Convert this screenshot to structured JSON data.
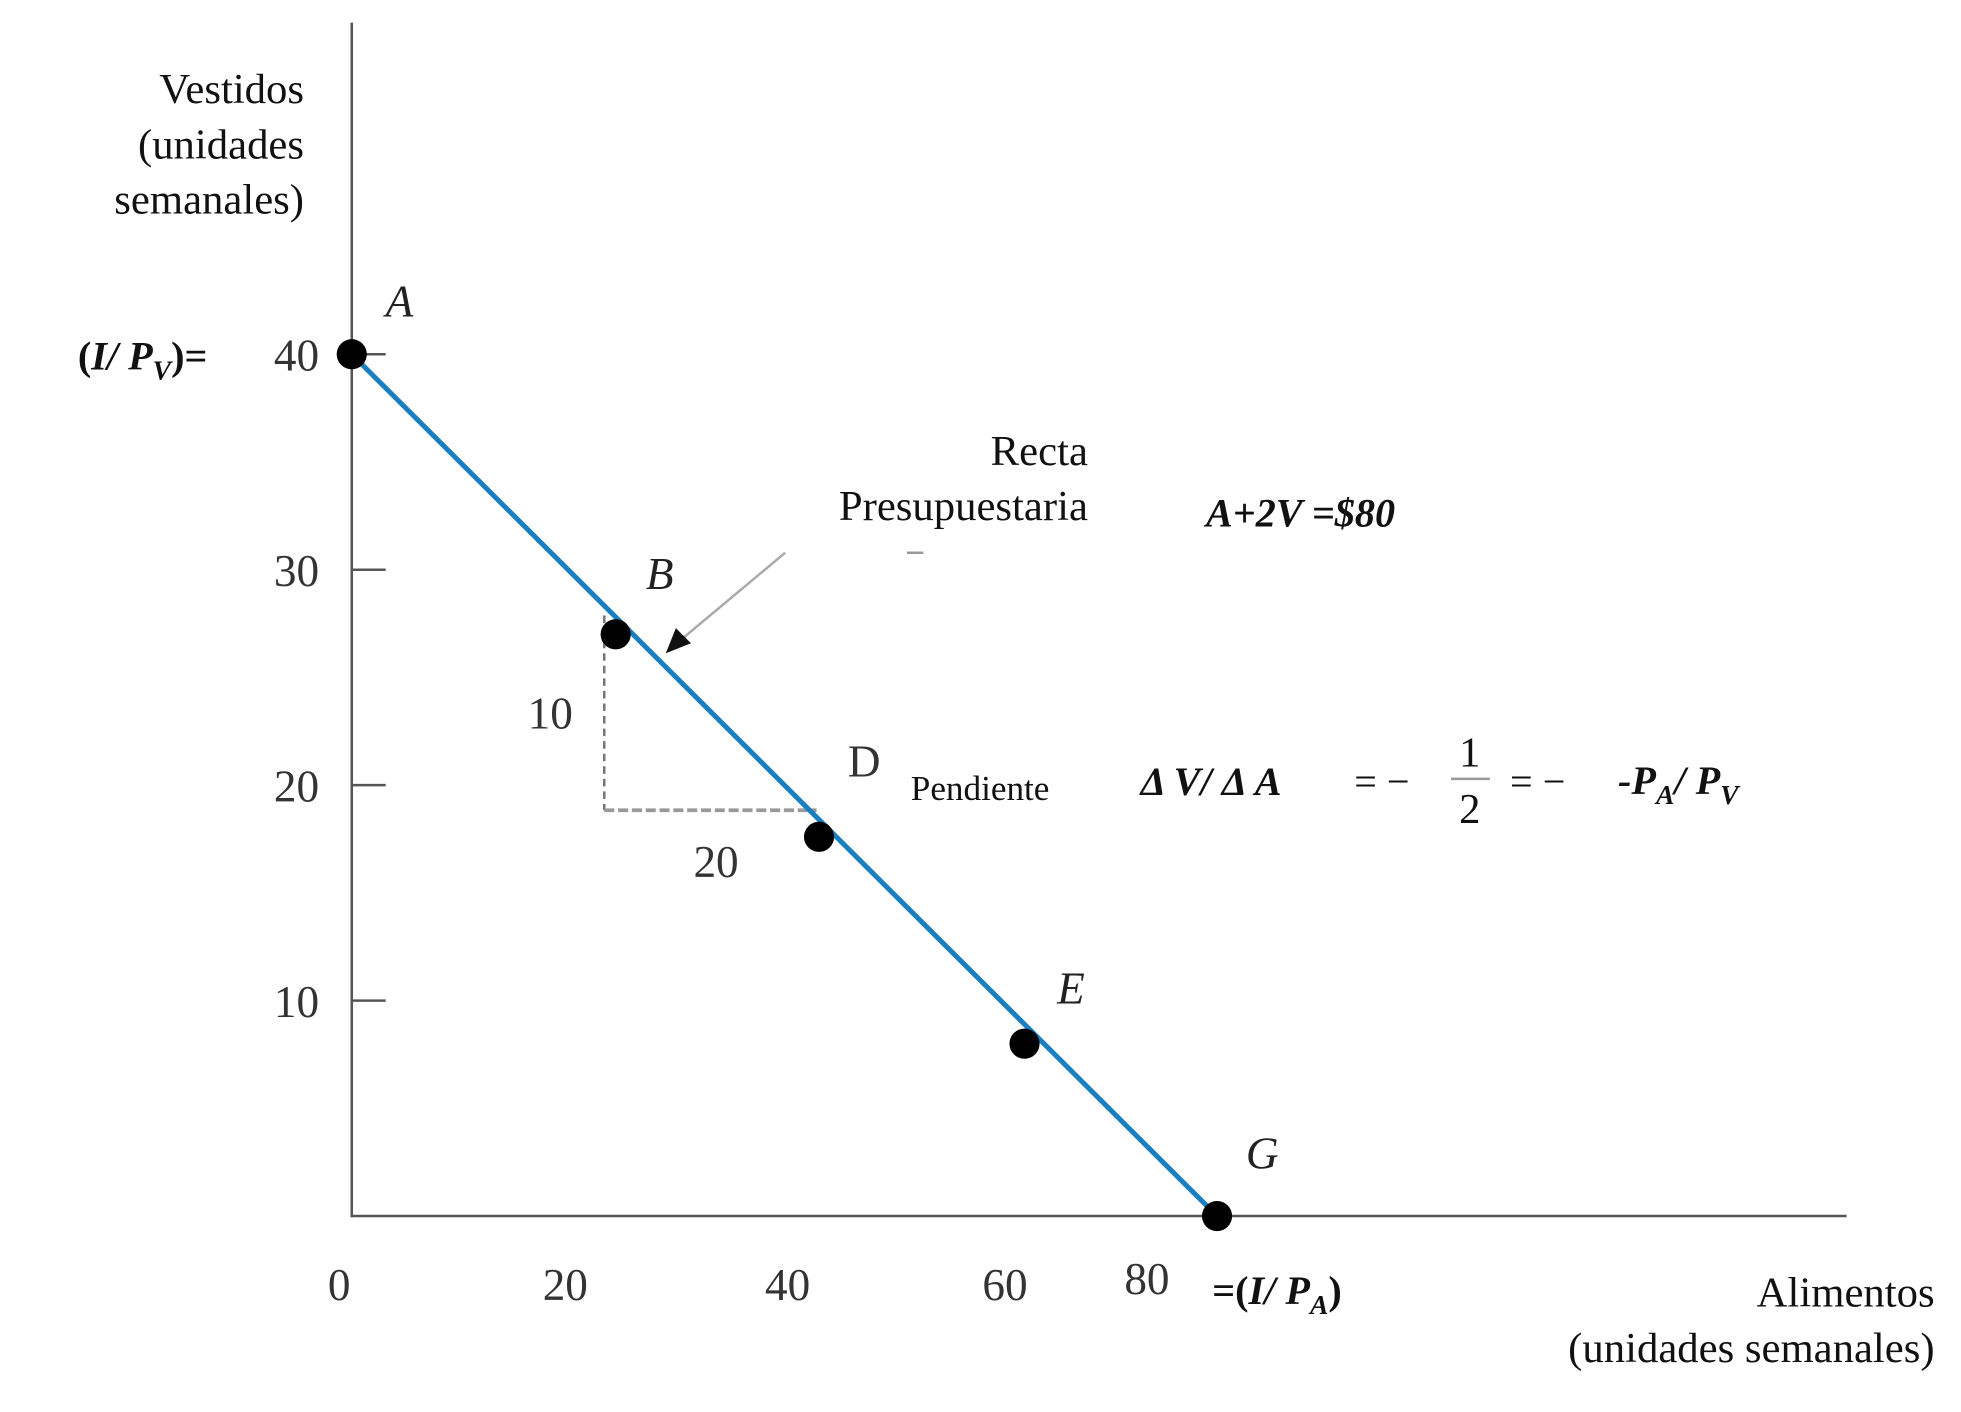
{
  "chart_data": {
    "type": "line",
    "title": "",
    "ylabel": [
      "Vestidos",
      "(unidades",
      "semanales)"
    ],
    "xlabel": [
      "Alimentos",
      "(unidades semanales)"
    ],
    "xlim": [
      0,
      138
    ],
    "ylim": [
      0,
      55
    ],
    "x_ticks": [
      "0",
      "20",
      "40",
      "60",
      "80"
    ],
    "y_ticks": [
      "10",
      "20",
      "30",
      "40"
    ],
    "y_tick_values": [
      10,
      20,
      30,
      40
    ],
    "grid": false,
    "line_color": "#1a7fc1",
    "series": [
      {
        "name": "Recta Presupuestaria",
        "x": [
          0,
          80
        ],
        "y": [
          40,
          0
        ]
      }
    ],
    "points": [
      {
        "label": "A",
        "x": 0,
        "y": 40
      },
      {
        "label": "B",
        "x": 24.4,
        "y": 27
      },
      {
        "label": "D",
        "x": 43.2,
        "y": 17.6
      },
      {
        "label": "E",
        "x": 62.2,
        "y": 8
      },
      {
        "label": "G",
        "x": 80,
        "y": 0
      }
    ],
    "annotations": {
      "intercept_y": {
        "open": "(",
        "I": "I/ P",
        "sub": "V",
        "close": ")="
      },
      "intercept_x": {
        "open": "=(",
        "I": "I/ P",
        "sub": "A",
        "close": ")"
      },
      "line_label": [
        "Recta",
        "Presupuestaria"
      ],
      "equation": "A+2V =$80",
      "rise": "10",
      "run": "20",
      "slope_word": "Pendiente",
      "slope_ratio": "Δ V/ Δ A",
      "eq1": "= −",
      "frac_num": "1",
      "frac_den": "2",
      "eq2": "= −",
      "price_ratio": {
        "pre": "-P",
        "sub1": "A",
        "mid": "/ P",
        "sub2": "V"
      }
    }
  }
}
